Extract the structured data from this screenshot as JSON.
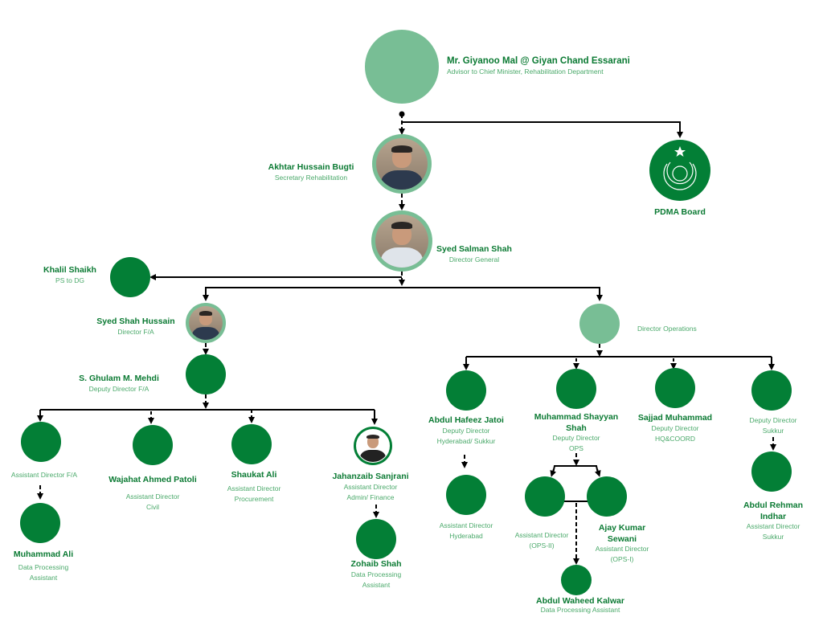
{
  "top": {
    "name": "Mr. Giyanoo Mal @ Giyan Chand Essarani",
    "title": "Advisor to Chief Minister, Rehabilitation Department"
  },
  "secretary": {
    "name": "Akhtar Hussain Bugti",
    "title": "Secretary Rehabilitation"
  },
  "pdma": {
    "name": "PDMA Board"
  },
  "dg": {
    "name": "Syed Salman Shah",
    "title": "Director General"
  },
  "ps": {
    "name": "Khalil Shaikh",
    "title": "PS to DG"
  },
  "dfa": {
    "name": "Syed Shah Hussain",
    "title": "Director F/A"
  },
  "dops": {
    "title": "Director Operations"
  },
  "ddfa": {
    "name": "S. Ghulam M. Mehdi",
    "title": "Deputy Director F/A"
  },
  "adfa": {
    "title": "Assistant Director F/A"
  },
  "wajahat": {
    "name": "Wajahat Ahmed Patoli",
    "title1": "Assistant Director",
    "title2": "Civil"
  },
  "shaukat": {
    "name": "Shaukat Ali",
    "title1": "Assistant Director",
    "title2": "Procurement"
  },
  "jahanzaib": {
    "name": "Jahanzaib Sanjrani",
    "title1": "Assistant Director",
    "title2": "Admin/ Finance"
  },
  "mali": {
    "name": "Muhammad Ali",
    "title1": "Data Processing",
    "title2": "Assistant"
  },
  "zohaib": {
    "name": "Zohaib Shah",
    "title1": "Data Processing",
    "title2": "Assistant"
  },
  "hafeez": {
    "name": "Abdul Hafeez Jatoi",
    "title1": "Deputy Director",
    "title2": "Hyderabad/ Sukkur"
  },
  "shayyan": {
    "name1": "Muhammad Shayyan",
    "name2": "Shah",
    "title1": "Deputy Director",
    "title2": "OPS"
  },
  "sajjad": {
    "name": "Sajjad Muhammad",
    "title1": "Deputy Director",
    "title2": "HQ&COORD"
  },
  "ddsukkur": {
    "title1": "Deputy Director",
    "title2": "Sukkur"
  },
  "adhyd": {
    "title1": "Assistant Director",
    "title2": "Hyderabad"
  },
  "ops2": {
    "title1": "Assistant Director",
    "title2": "(OPS-II)"
  },
  "ajay": {
    "name1": "Ajay Kumar",
    "name2": "Sewani",
    "title1": "Assistant Director",
    "title2": "(OPS-I)"
  },
  "kalwar": {
    "name": "Abdul Waheed Kalwar",
    "title": "Data Processing Assistant"
  },
  "indhar": {
    "name1": "Abdul Rehman",
    "name2": "Indhar",
    "title1": "Assistant Director",
    "title2": "Sukkur"
  },
  "colors": {
    "dark_green": "#037f36",
    "light_green": "#78be95",
    "name_text": "#0b7a33",
    "title_text": "#4aa96a"
  }
}
